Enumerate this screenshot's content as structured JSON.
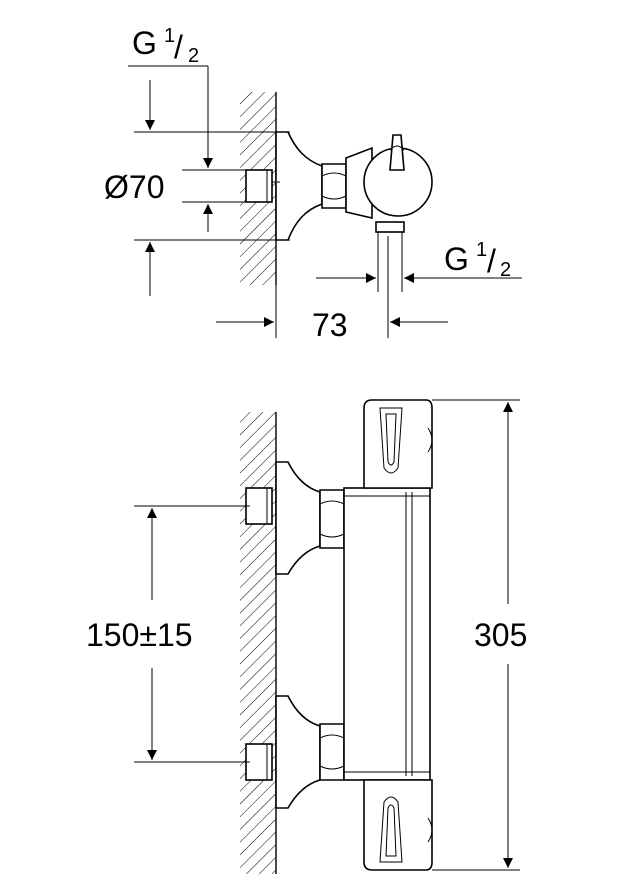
{
  "dimensions": {
    "top_inlet_thread": {
      "prefix": "G",
      "num": "1",
      "den": "2"
    },
    "side_outlet_thread": {
      "prefix": "G",
      "num": "1",
      "den": "2"
    },
    "wall_flange_diameter": "Ø70",
    "wall_to_outlet_depth": "73",
    "inlet_spacing": "150±15",
    "overall_height": "305"
  },
  "colors": {
    "line": "#000000",
    "background": "#ffffff"
  }
}
